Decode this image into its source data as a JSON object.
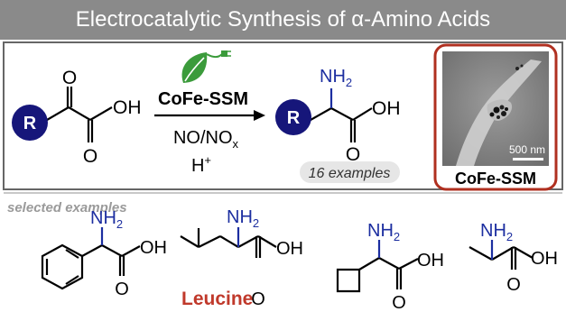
{
  "title": "Electrocatalytic Synthesis of α-Amino Acids",
  "reaction": {
    "catalyst": "CoFe-SSM",
    "reagent_1": "NO/NOx",
    "reagent_2": "H+",
    "examples_badge": "16 examples"
  },
  "substrate": {
    "r_group": "R",
    "oxygen_top": "O",
    "oxygen_bottom": "O",
    "hydroxyl": "OH"
  },
  "product": {
    "r_group": "R",
    "amine": "NH2",
    "oxygen": "O",
    "hydroxyl": "OH"
  },
  "micrograph": {
    "scale_bar": "500 nm",
    "caption": "CoFe-SSM"
  },
  "examples": {
    "heading": "selected examples",
    "items": [
      {
        "amine": "NH2",
        "hydroxyl": "OH",
        "oxygen": "O"
      },
      {
        "amine": "NH2",
        "hydroxyl": "OH",
        "oxygen": "O",
        "name": "Leucine"
      },
      {
        "amine": "NH2",
        "hydroxyl": "OH",
        "oxygen": "O"
      },
      {
        "amine": "NH2",
        "hydroxyl": "OH",
        "oxygen": "O"
      }
    ]
  },
  "colors": {
    "title_bar": "#8a8a8a",
    "r_circle": "#16167a",
    "amine": "#1c2ea0",
    "leucine": "#c0392b",
    "frame_border": "#b03020",
    "badge": "#e6e6e6",
    "leaf": "#3b9b3b"
  }
}
